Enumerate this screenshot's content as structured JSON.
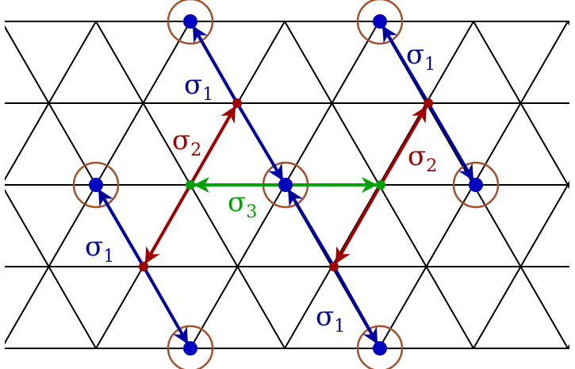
{
  "colors": {
    "grid": "#000000",
    "sigma1": "#0000a0",
    "sigma2": "#a00000",
    "sigma3": "#00a000",
    "ring": "#a0522d",
    "site": "#0000c0"
  },
  "labels": {
    "sigma1_a": {
      "base": "σ",
      "sub": "1"
    },
    "sigma1_b": {
      "base": "σ",
      "sub": "1"
    },
    "sigma1_c": {
      "base": "σ",
      "sub": "1"
    },
    "sigma1_d": {
      "base": "σ",
      "sub": "1"
    },
    "sigma2_a": {
      "base": "σ",
      "sub": "2"
    },
    "sigma2_b": {
      "base": "σ",
      "sub": "2"
    },
    "sigma3": {
      "base": "σ",
      "sub": "3"
    }
  }
}
